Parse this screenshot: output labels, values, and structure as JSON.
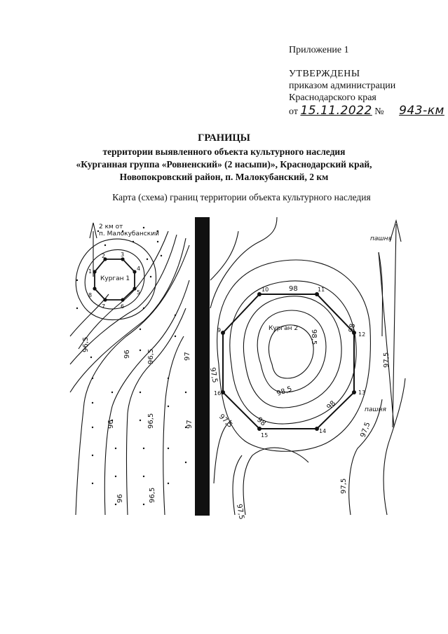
{
  "header": {
    "appendix": "Приложение 1",
    "approved_title": "УТВЕРЖДЕНЫ",
    "approved_line1": "приказом администрации",
    "approved_line2": "Краснодарского края",
    "from_label": "от",
    "date_handwritten": "15.11.2022",
    "number_label": "№",
    "number_handwritten": "943-км"
  },
  "title": {
    "line1": "ГРАНИЦЫ",
    "line2": "территории выявленного объекта культурного наследия",
    "line3": "«Курганная группа «Ровненский» (2 насыпи)», Краснодарский край,",
    "line4": "Новопокровский район, п. Малокубанский, 2 км"
  },
  "map": {
    "caption": "Карта (схема) границ территории объекта культурного наследия",
    "note_line1": "2 км от",
    "note_line2": "п. Малокубанский",
    "kurgan1_label": "Курган 1",
    "kurgan2_label": "Курган 2",
    "plowland_top": "пашня",
    "plowland_right": "пашня",
    "kurgan1_points": [
      "1",
      "2",
      "3",
      "4",
      "5",
      "6",
      "7",
      "8"
    ],
    "kurgan2_points": [
      "9",
      "10",
      "11",
      "12",
      "13",
      "14",
      "15",
      "16"
    ],
    "contour_labels": {
      "c96_left1": "96,5",
      "c96_left2": "96",
      "c965_mid1": "96,5",
      "c97_mid": "97",
      "c96_low1": "96",
      "c965_low": "96,5",
      "c97_low": "97",
      "c96_bot": "96",
      "c965_bot": "96,5",
      "c975_center": "97,5",
      "c98_top": "98",
      "c985_a": "98,5",
      "c985_b": "98,5",
      "c98_right": "98",
      "c98_lowright": "98",
      "c98_bottom": "98",
      "c975_lowleft": "97,5",
      "c975_right": "97,5",
      "c975_farright": "97,5",
      "c975_bottom1": "97,5",
      "c975_bottom2": "97,5"
    }
  }
}
